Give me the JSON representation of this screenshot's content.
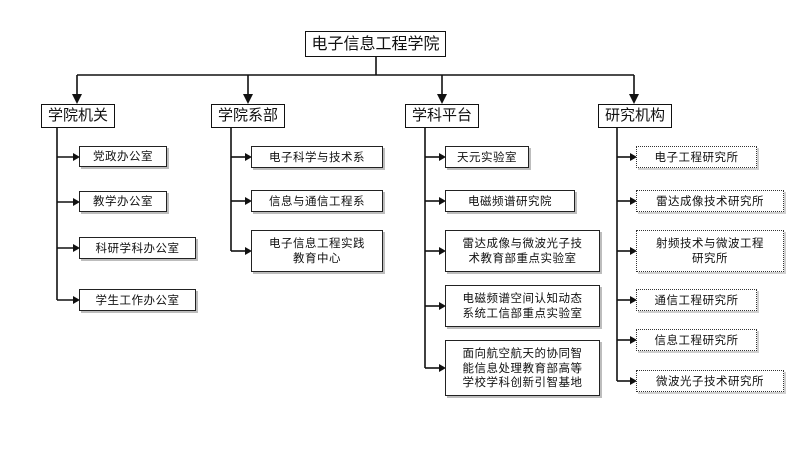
{
  "root": {
    "label": "电子信息工程学院"
  },
  "categories": [
    {
      "label": "学院机关",
      "children": [
        "党政办公室",
        "教学办公室",
        "科研学科办公室",
        "学生工作办公室"
      ]
    },
    {
      "label": "学院系部",
      "children": [
        "电子科学与技术系",
        "信息与通信工程系",
        "电子信息工程实践\n教育中心"
      ]
    },
    {
      "label": "学科平台",
      "children": [
        "天元实验室",
        "电磁频谱研究院",
        "雷达成像与微波光子技\n术教育部重点实验室",
        "电磁频谱空间认知动态\n系统工信部重点实验室",
        "面向航空航天的协同智\n能信息处理教育部高等\n学校学科创新引智基地"
      ]
    },
    {
      "label": "研究机构",
      "children": [
        "电子工程研究所",
        "雷达成像技术研究所",
        "射频技术与微波工程\n研究所",
        "通信工程研究所",
        "信息工程研究所",
        "微波光子技术研究所"
      ]
    }
  ]
}
